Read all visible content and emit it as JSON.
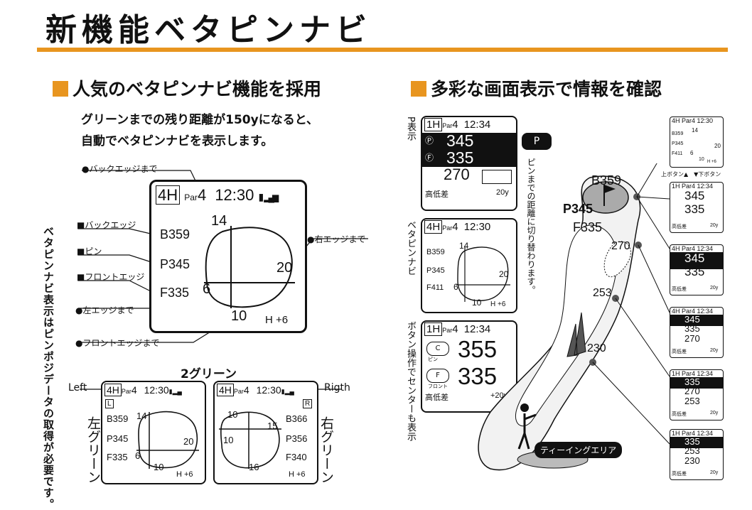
{
  "title": "新機能ベタピンナビ",
  "left": {
    "heading": "人気のベタピンナビ機能を採用",
    "lead1": "グリーンまでの残り距離が150yになると、",
    "lead2": "自動でベタピンナビを表示します。",
    "vertical_note": "ベタピンナビ表示はピンポジデータの取得が必要です。",
    "callouts": {
      "back_edge_to": "●バックエッジまで",
      "back_edge": "■バックエッジ",
      "pin": "■ピン",
      "front_edge": "■フロントエッジ",
      "left_edge_to": "●左エッジまで",
      "front_edge_to": "●フロントエッジまで",
      "right_edge_to": "●右エッジまで"
    },
    "device": {
      "hole": "4H",
      "par_label": "Par",
      "par": "4",
      "time": "12:30",
      "b": "B359",
      "p": "P345",
      "f": "F335",
      "top": "14",
      "right": "20",
      "left": "6",
      "bottom": "10",
      "height": "H +6"
    },
    "two_green": {
      "heading": "2グリーン",
      "left_tag": "Left",
      "right_tag": "Rigth",
      "left_label": "左グリーン",
      "right_label": "右グリーン",
      "left_device": {
        "hole": "4H",
        "par_label": "Par",
        "par": "4",
        "time": "12:30",
        "badge": "L",
        "b": "B359",
        "p": "P345",
        "f": "F335",
        "top": "14",
        "right": "20",
        "left": "6",
        "bottom": "10",
        "height": "H +6"
      },
      "right_device": {
        "hole": "4H",
        "par_label": "Par",
        "par": "4",
        "time": "12:30",
        "badge": "R",
        "b": "B366",
        "p": "P356",
        "f": "F340",
        "top": "10",
        "right": "15",
        "left": "10",
        "bottom": "16",
        "height": "H +6"
      }
    }
  },
  "right": {
    "heading": "多彩な画面表示で情報を確認",
    "p_label": "P表示",
    "beta_label": "ベタピンナビ",
    "center_label": "ボタン操作でセンターも表示",
    "pin_switch_note": "ピンまでの距離に切り替わります。",
    "screen_p": {
      "hole": "1H",
      "par_label": "Par",
      "par": "4",
      "time": "12:34",
      "pin": "345",
      "front": "335",
      "hazard": "270",
      "elev": "高低差",
      "elev_val": "20y"
    },
    "screen_beta": {
      "hole": "4H",
      "par_label": "Par",
      "par": "4",
      "time": "12:30",
      "b": "B359",
      "p": "P345",
      "f": "F411",
      "top": "14",
      "right": "20",
      "left": "6",
      "bottom": "10",
      "height": "H +6"
    },
    "screen_center": {
      "hole": "1H",
      "par_label": "Par",
      "par": "4",
      "time": "12:34",
      "center": "355",
      "front": "335",
      "center_tag": "ピン",
      "front_tag": "フロント",
      "elev": "高低差",
      "elev_val": "+20y"
    },
    "map": {
      "b": "B359",
      "p": "P345",
      "f": "F335",
      "d270": "270",
      "d253": "253",
      "d230": "230",
      "tee": "ティーイングエリア"
    },
    "buttons": "上ボタン▲　▼下ボタン",
    "thumbs": [
      {
        "hole": "4H",
        "par": "4",
        "time": "12:30",
        "b": "B359",
        "p": "P345",
        "f": "F411",
        "top": "14",
        "right": "20",
        "left": "6",
        "bottom": "10",
        "height": "H +6"
      },
      {
        "hole": "1H",
        "par": "4",
        "time": "12:34",
        "a": "345",
        "c": "335",
        "elev": "高低差",
        "elev_val": "20y"
      },
      {
        "hole": "4H",
        "par": "4",
        "time": "12:34",
        "a": "345",
        "c": "335",
        "elev": "高低差",
        "elev_val": "20y"
      },
      {
        "hole": "4H",
        "par": "4",
        "time": "12:34",
        "a": "345",
        "c": "335",
        "d": "270",
        "elev": "高低差",
        "elev_val": "20y"
      },
      {
        "hole": "1H",
        "par": "4",
        "time": "12:34",
        "a": "335",
        "c": "270",
        "d": "253",
        "elev": "高低差",
        "elev_val": "20y"
      },
      {
        "hole": "1H",
        "par": "4",
        "time": "12:34",
        "a": "335",
        "c": "253",
        "d": "230",
        "elev": "高低差",
        "elev_val": "20y"
      }
    ]
  },
  "colors": {
    "accent": "#e8951f"
  }
}
